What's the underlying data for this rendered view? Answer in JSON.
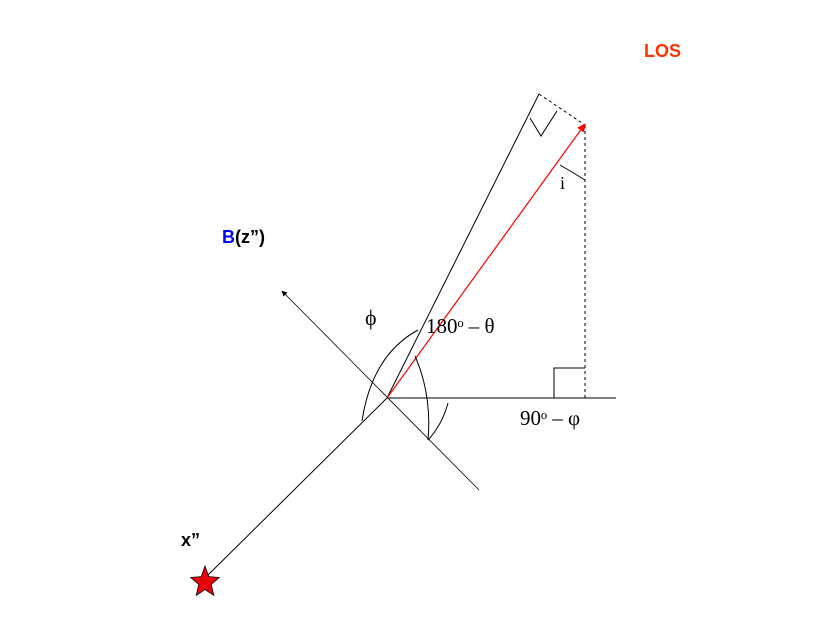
{
  "labels": {
    "los": "LOS",
    "b_letter": "B",
    "b_rest": "(z”)",
    "x_axis": "x”",
    "i_angle": "i",
    "phi_angle": "ϕ",
    "theta_angle": "180ᵒ – θ",
    "varphi_angle": "90ᵒ – φ"
  },
  "colors": {
    "los": "#ff3300",
    "b": "#0000ff",
    "text": "#000000",
    "vector": "#ff0000",
    "star": "#e8000b"
  },
  "icons": {
    "star": "star-icon"
  }
}
